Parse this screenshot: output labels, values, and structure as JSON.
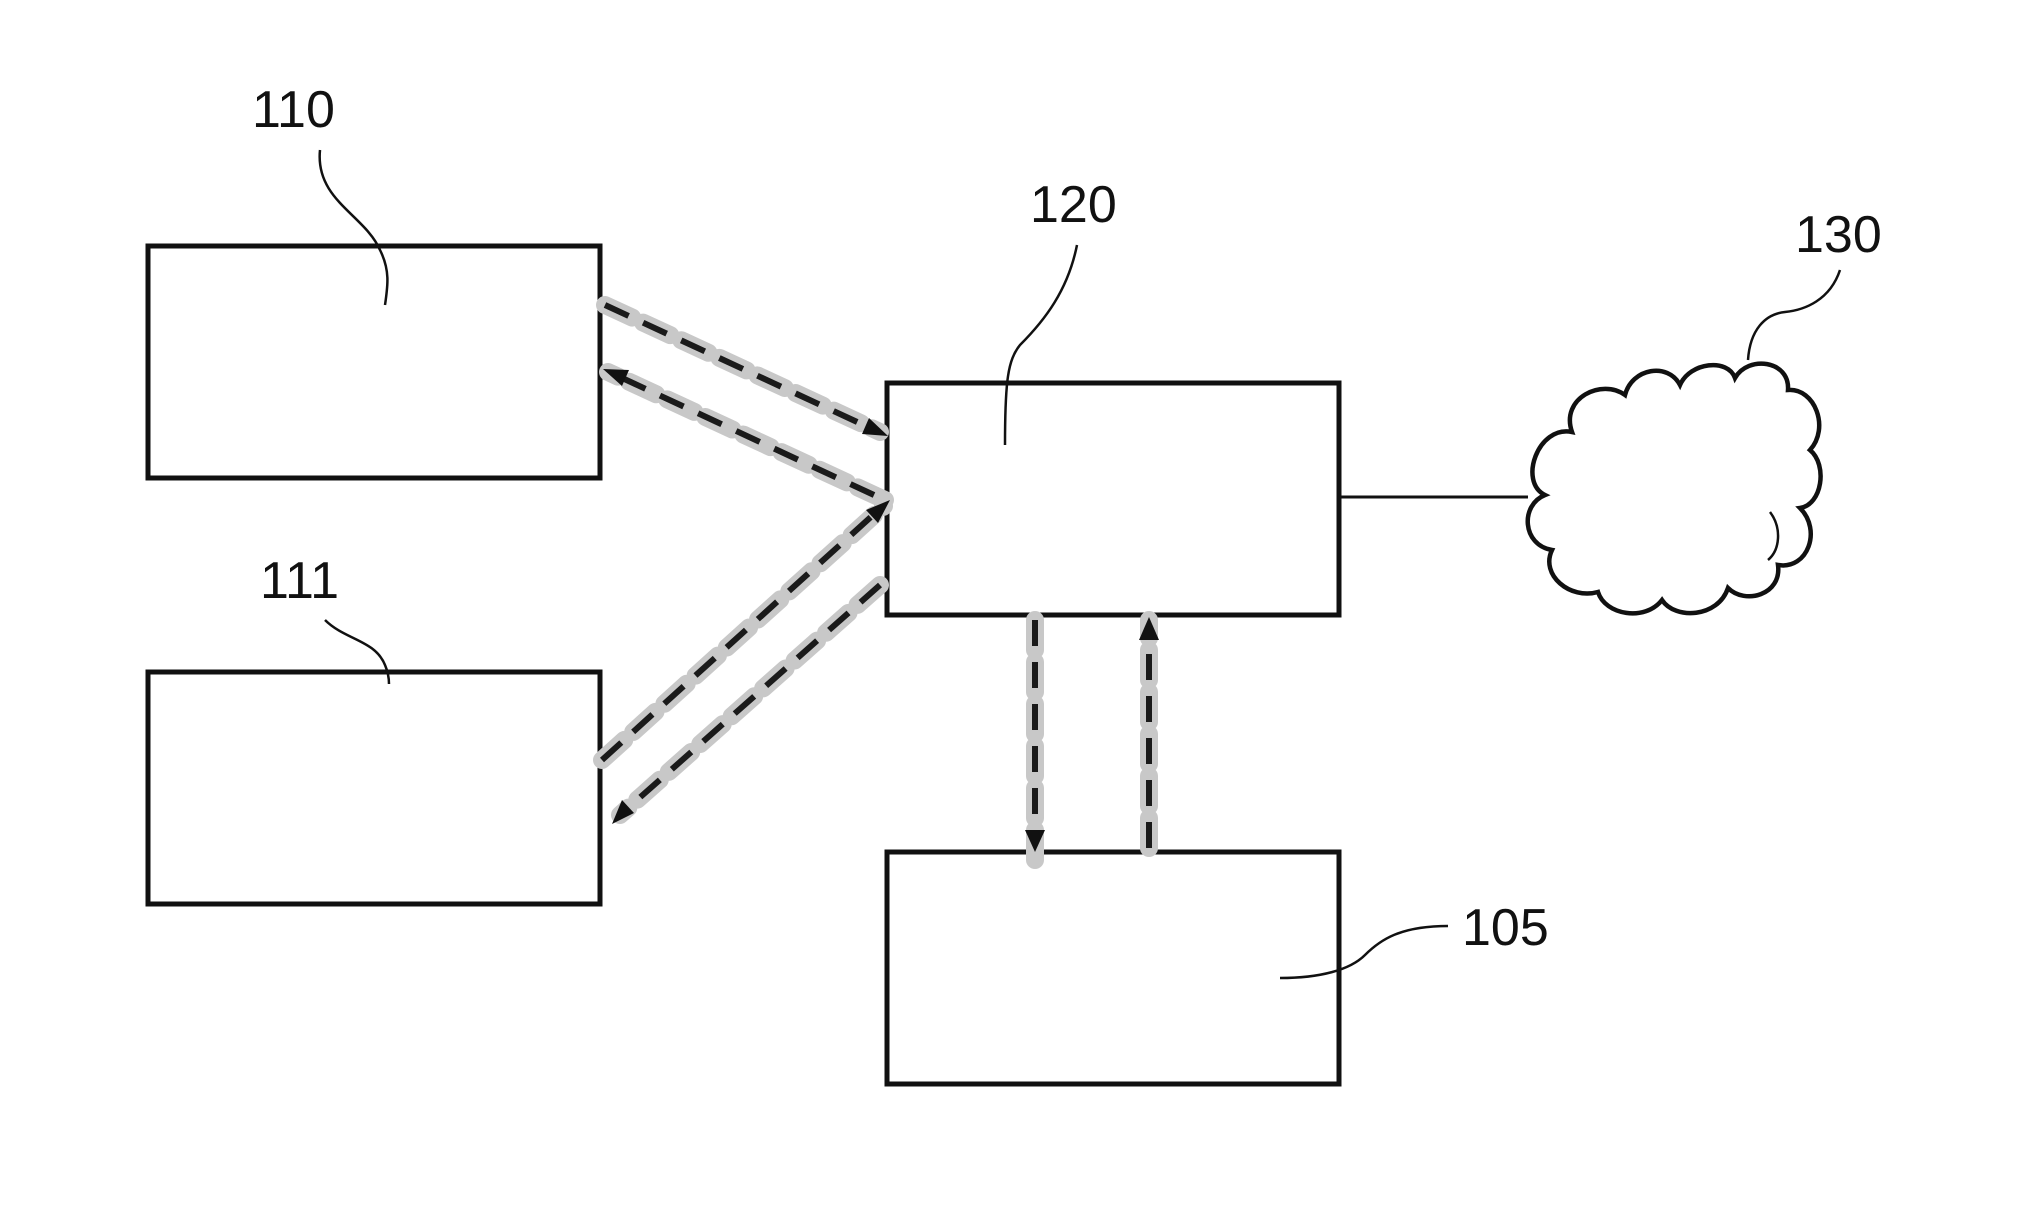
{
  "labels": {
    "box_110": "110",
    "box_111": "111",
    "box_120": "120",
    "cloud_130": "130",
    "box_105": "105"
  },
  "colors": {
    "line": "#111111",
    "dash_halo": "#c8c8c8",
    "background": "#ffffff"
  }
}
